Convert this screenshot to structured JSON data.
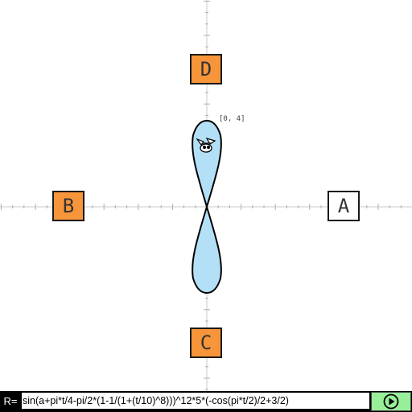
{
  "choices": {
    "a": {
      "label": "A",
      "color": "#ffffff"
    },
    "b": {
      "label": "B",
      "color": "#f7953a"
    },
    "c": {
      "label": "C",
      "color": "#f7953a"
    },
    "d": {
      "label": "D",
      "color": "#f7953a"
    }
  },
  "cursor_coordinate": "[0, 4]",
  "input": {
    "label": "R=",
    "formula": "sin(a+pi*t/4-pi/2*(1-1/(1+(t/10)^8)))^12*5*(-cos(pi*t/2)/2+3/2)"
  },
  "colors": {
    "curve_fill": "#b3e0f7",
    "curve_stroke": "#000000",
    "axis": "#c8c8c8",
    "run_button": "#99ee99",
    "input_bar": "#000000"
  },
  "icons": {
    "run": "play-circle-icon",
    "character": "bug-character-icon"
  }
}
